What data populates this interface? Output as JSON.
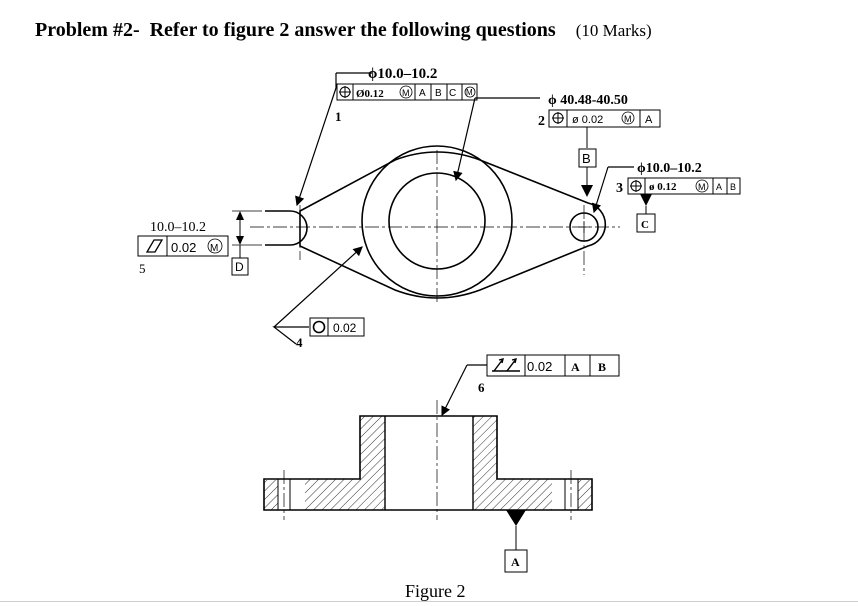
{
  "header": {
    "problem_label": "Problem #2-",
    "instruction": "Refer to  figure 2 answer the following questions",
    "marks": "(10 Marks)"
  },
  "callouts": [
    {
      "number": "1",
      "dimension": "ϕ10.0–10.2",
      "tolerance": "Ø0.12",
      "modifier": "M",
      "datums": [
        "A",
        "B",
        "C"
      ],
      "datum_modifier": "M"
    },
    {
      "number": "2",
      "dimension": "ϕ 40.48-40.50",
      "tolerance": "ø 0.02",
      "modifier": "M",
      "datums": [
        "A"
      ]
    },
    {
      "number": "3",
      "dimension": "ϕ10.0–10.2",
      "tolerance": "ø 0.12",
      "modifier": "M",
      "datums": [
        "A",
        "B"
      ]
    },
    {
      "number": "4",
      "tolerance": "0.02"
    },
    {
      "number": "5",
      "dimension": "10.0–10.2",
      "tolerance": "0.02",
      "modifier": "M"
    },
    {
      "number": "6",
      "tolerance": "0.02",
      "datums": [
        "A",
        "B"
      ]
    }
  ],
  "datum_labels": {
    "b": "B",
    "c": "C",
    "d": "D",
    "a": "A"
  },
  "caption": "Figure 2"
}
